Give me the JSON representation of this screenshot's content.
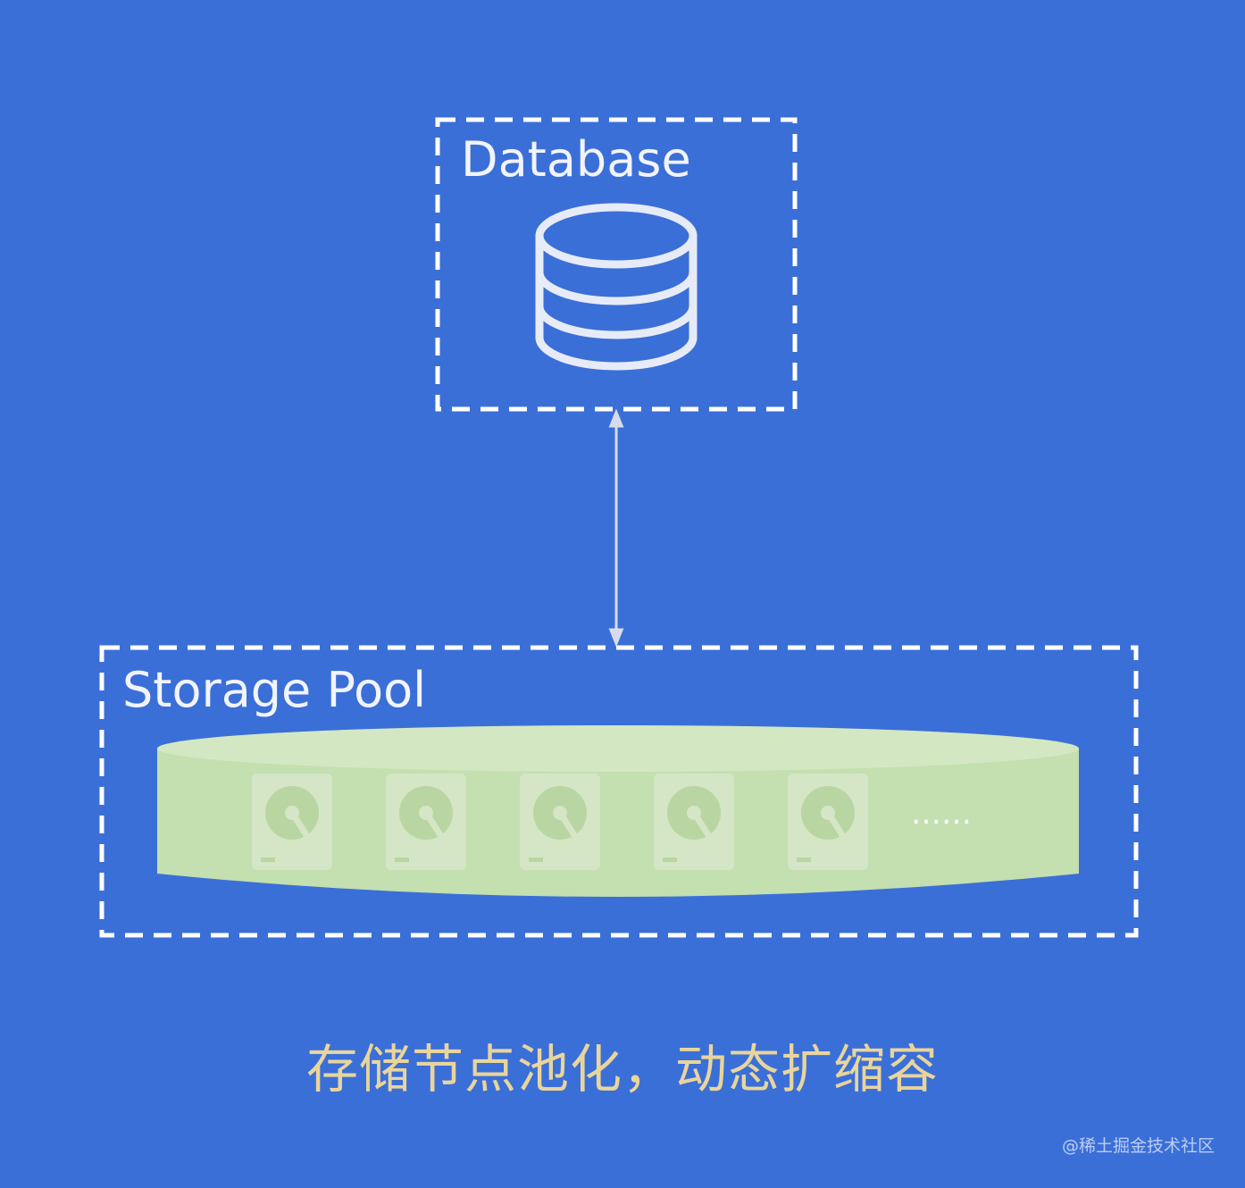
{
  "database": {
    "label": "Database"
  },
  "storage_pool": {
    "label": "Storage Pool",
    "disk_count": 5,
    "ellipsis": "……"
  },
  "caption": "存储节点池化，动态扩缩容",
  "watermark": "@稀土掘金技术社区",
  "colors": {
    "background": "#3b6fd8",
    "box_border": "#ffffff",
    "pool_fill": "#c4dfb0",
    "disk_fill": "#d4e6c6",
    "caption_text": "#e9d59b"
  }
}
